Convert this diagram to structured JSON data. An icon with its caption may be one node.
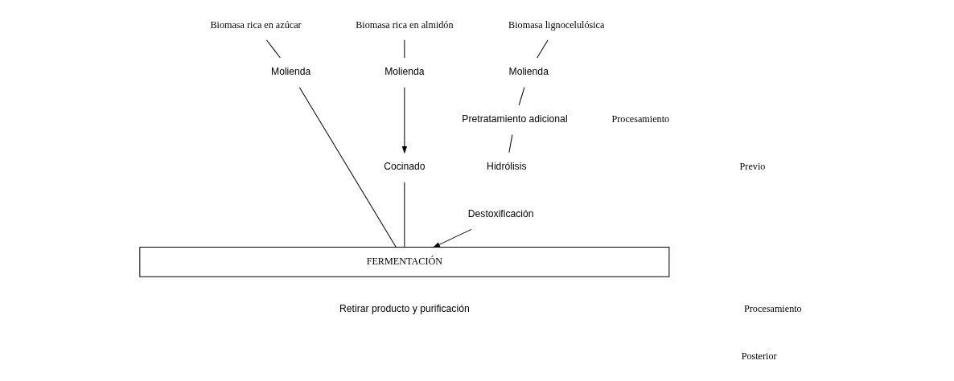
{
  "diagram": {
    "nodes": [
      {
        "text": [
          "Biomasa rica en azúcar"
        ]
      },
      {
        "text": [
          "Biomasa rica en almidón"
        ]
      },
      {
        "text": [
          "Biomasa lignocelulósica"
        ]
      },
      {
        "text": [
          "Molienda"
        ]
      },
      {
        "text": [
          "Molienda"
        ]
      },
      {
        "text": [
          "Cocinado"
        ]
      },
      {
        "text": [
          "Molienda"
        ]
      },
      {
        "text": [
          "Pretratamiento adicional"
        ]
      },
      {
        "text": [
          "Hidrólisis"
        ]
      },
      {
        "text": [
          "Destoxificación"
        ]
      },
      {
        "text": [
          "FERMENTACIÓN"
        ]
      },
      {
        "text": [
          "Retirar producto y purificación"
        ]
      }
    ],
    "edges": [
      {
        "from": 0,
        "to": 3,
        "arrow": "none"
      },
      {
        "from": 3,
        "to": 10,
        "arrow": "none"
      },
      {
        "from": 1,
        "to": 4,
        "arrow": "none"
      },
      {
        "from": 4,
        "to": 5,
        "arrow": "to"
      },
      {
        "from": 5,
        "to": 10,
        "arrow": "none"
      },
      {
        "from": 2,
        "to": 6,
        "arrow": "none"
      },
      {
        "from": 6,
        "to": 7,
        "arrow": "none"
      },
      {
        "from": 7,
        "to": 8,
        "arrow": "none"
      },
      {
        "from": 9,
        "to": 10,
        "arrow": "to"
      }
    ],
    "labels": [
      "Procesamiento",
      "Previo",
      "Procesamiento",
      "Posterior"
    ]
  }
}
